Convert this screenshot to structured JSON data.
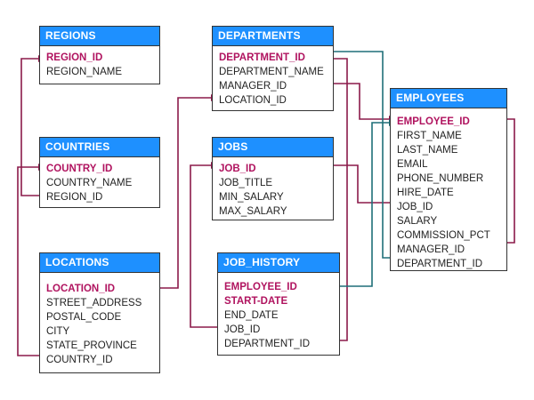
{
  "colors": {
    "header": "#1e90ff",
    "pk": "#b0135f",
    "fk_link": "#8b1a4a",
    "link_alt": "#1f6f78"
  },
  "tables": {
    "regions": {
      "title": "REGIONS",
      "columns": [
        "REGION_ID",
        "REGION_NAME"
      ]
    },
    "countries": {
      "title": "COUNTRIES",
      "columns": [
        "COUNTRY_ID",
        "COUNTRY_NAME",
        "REGION_ID"
      ]
    },
    "locations": {
      "title": "LOCATIONS",
      "columns": [
        "LOCATION_ID",
        "STREET_ADDRESS",
        "POSTAL_CODE",
        "CITY",
        "STATE_PROVINCE",
        "COUNTRY_ID"
      ]
    },
    "departments": {
      "title": "DEPARTMENTS",
      "columns": [
        "DEPARTMENT_ID",
        "DEPARTMENT_NAME",
        "MANAGER_ID",
        "LOCATION_ID"
      ]
    },
    "jobs": {
      "title": "JOBS",
      "columns": [
        "JOB_ID",
        "JOB_TITLE",
        "MIN_SALARY",
        "MAX_SALARY"
      ]
    },
    "job_history": {
      "title": "JOB_HISTORY",
      "columns": [
        "EMPLOYEE_ID",
        "START-DATE",
        "END_DATE",
        "JOB_ID",
        "DEPARTMENT_ID"
      ]
    },
    "employees": {
      "title": "EMPLOYEES",
      "columns": [
        "EMPLOYEE_ID",
        "FIRST_NAME",
        "LAST_NAME",
        "EMAIL",
        "PHONE_NUMBER",
        "HIRE_DATE",
        "JOB_ID",
        "SALARY",
        "COMMISSION_PCT",
        "MANAGER_ID",
        "DEPARTMENT_ID"
      ]
    }
  }
}
